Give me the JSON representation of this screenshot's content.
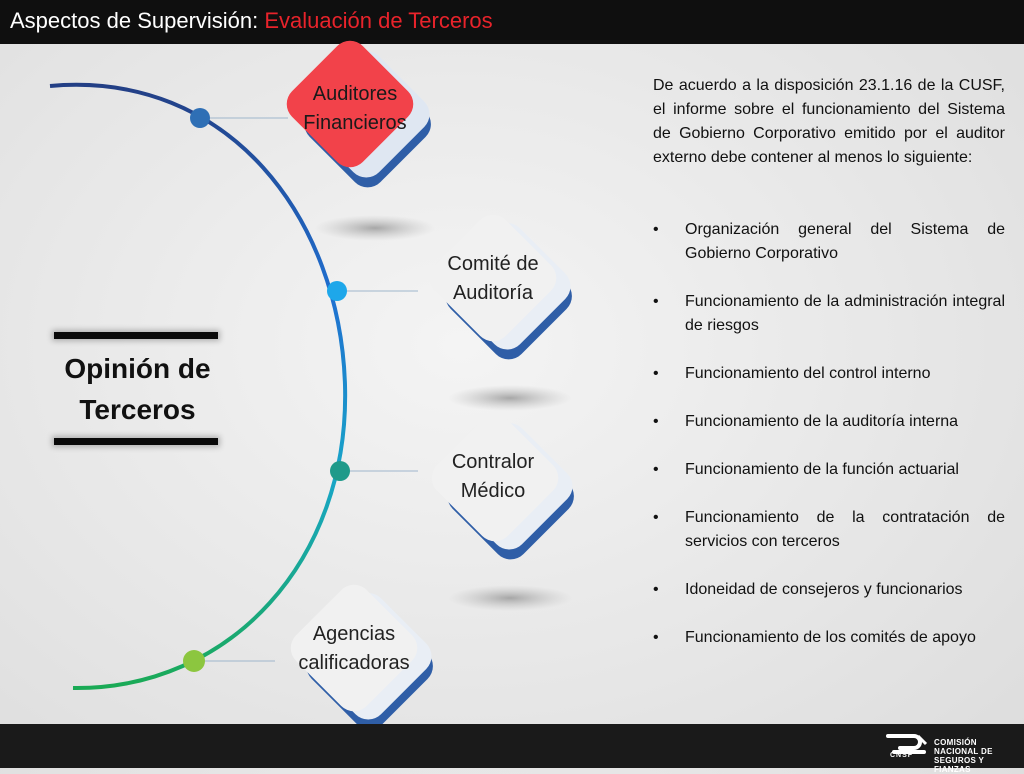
{
  "header": {
    "title_main": "Aspectos de Supervisión: ",
    "title_accent": "Evaluación de Terceros"
  },
  "center": {
    "title": "Opinión de\nTerceros"
  },
  "diamonds": [
    {
      "label": "Auditores\nFinancieros",
      "color": "#f2424a"
    },
    {
      "label": "Comité de\nAuditoría",
      "color": "#f1f1f1"
    },
    {
      "label": "Contralor\nMédico",
      "color": "#f1f1f1"
    },
    {
      "label": "Agencias\ncalificadoras",
      "color": "#f1f1f1"
    }
  ],
  "nodes": [
    {
      "color": "#2f6fb5"
    },
    {
      "color": "#1ea7ea"
    },
    {
      "color": "#1f9a8a"
    },
    {
      "color": "#8cc63f"
    }
  ],
  "description": "De acuerdo a la disposición 23.1.16 de la CUSF, el informe sobre el funcionamiento del Sistema de Gobierno Corporativo emitido por el auditor externo debe contener al menos lo siguiente:",
  "bullet_char": "•",
  "bullets": [
    "Organización general del Sistema de Gobierno Corporativo",
    "Funcionamiento de la administración integral de riesgos",
    "Funcionamiento del control interno",
    "Funcionamiento de  la auditoría interna",
    "Funcionamiento de la función actuarial",
    "Funcionamiento de la contratación de servicios con terceros",
    "Idoneidad de consejeros y funcionarios",
    "Funcionamiento de los comités de apoyo"
  ],
  "footer": {
    "logo_name": "COMISIÓN NACIONAL DE\nSEGUROS Y FIANZAS",
    "logo_abbr": "CNSF"
  }
}
